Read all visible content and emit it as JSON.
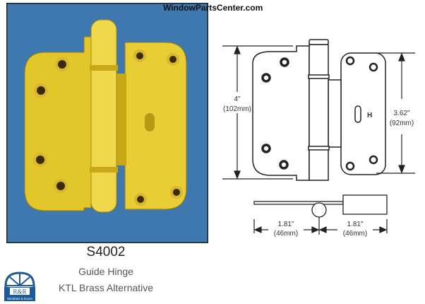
{
  "watermark": "WindowPartsCenter.com",
  "product": {
    "model": "S4002",
    "name": "Guide Hinge",
    "subtitle": "KTL Brass Alternative"
  },
  "logo": {
    "text": "R&R",
    "tagline": "Windows & Doors"
  },
  "dimensions": {
    "height_in": "4\"",
    "height_mm": "(102mm)",
    "leaf_in": "3.62\"",
    "leaf_mm": "(92mm)",
    "left_width_in": "1.81\"",
    "left_width_mm": "(46mm)",
    "right_width_in": "1.81\"",
    "right_width_mm": "(46mm)"
  },
  "colors": {
    "background": "#3f78ae",
    "brass": "#e2c62a",
    "logo": "#1d5a9a"
  }
}
